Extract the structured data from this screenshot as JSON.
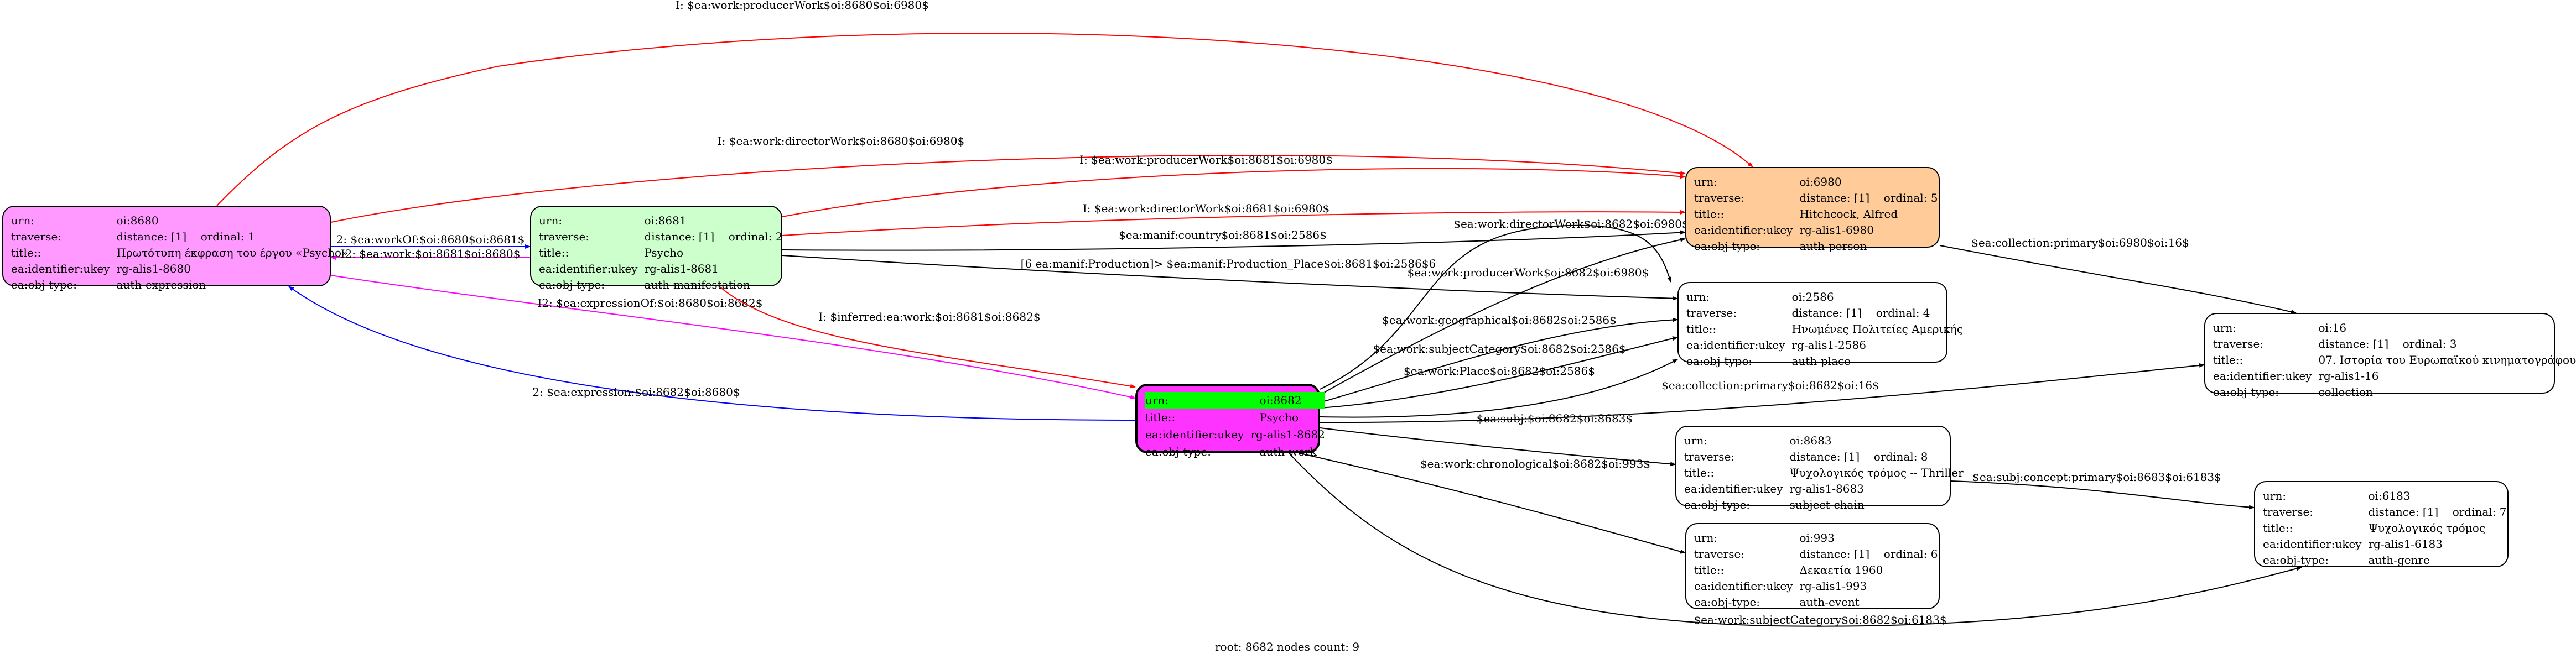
{
  "nodes": {
    "n8680": {
      "urn": "oi:8680",
      "traverse_distance": "distance: [1]",
      "traverse_ordinal": "ordinal: 1",
      "title": "Πρωτότυπη έκφραση του έργου «Psycho»",
      "identifier": "rg-alis1-8680",
      "obj_type": "auth-expression",
      "fill": "#ff99ff"
    },
    "n8681": {
      "urn": "oi:8681",
      "traverse_distance": "distance: [1]",
      "traverse_ordinal": "ordinal: 2",
      "title": "Psycho",
      "identifier": "rg-alis1-8681",
      "obj_type": "auth-manifestation",
      "fill": "#ccffcc"
    },
    "n8682": {
      "urn": "oi:8682",
      "title": "Psycho",
      "identifier": "rg-alis1-8682",
      "obj_type": "auth-work",
      "fill": "#ff33ff",
      "urn_highlight": "#00ff00"
    },
    "n6980": {
      "urn": "oi:6980",
      "traverse_distance": "distance: [1]",
      "traverse_ordinal": "ordinal: 5",
      "title": "Hitchcock, Alfred",
      "identifier": "rg-alis1-6980",
      "obj_type": "auth-person",
      "fill": "#ffcc99"
    },
    "n2586": {
      "urn": "oi:2586",
      "traverse_distance": "distance: [1]",
      "traverse_ordinal": "ordinal: 4",
      "title": "Ηνωμένες Πολιτείες Αμερικής",
      "identifier": "rg-alis1-2586",
      "obj_type": "auth-place",
      "fill": "#ffffff"
    },
    "n16": {
      "urn": "oi:16",
      "traverse_distance": "distance: [1]",
      "traverse_ordinal": "ordinal: 3",
      "title": "07. Ιστορία του Ευρωπαϊκού κινηματογράφου",
      "identifier": "rg-alis1-16",
      "obj_type": "collection",
      "fill": "#ffffff"
    },
    "n8683": {
      "urn": "oi:8683",
      "traverse_distance": "distance: [1]",
      "traverse_ordinal": "ordinal: 8",
      "title": "Ψυχολογικός τρόμος -- Thriller",
      "identifier": "rg-alis1-8683",
      "obj_type": "subject-chain",
      "fill": "#ffffff"
    },
    "n993": {
      "urn": "oi:993",
      "traverse_distance": "distance: [1]",
      "traverse_ordinal": "ordinal: 6",
      "title": "Δεκαετία 1960",
      "identifier": "rg-alis1-993",
      "obj_type": "auth-event",
      "fill": "#ffffff"
    },
    "n6183": {
      "urn": "oi:6183",
      "traverse_distance": "distance: [1]",
      "traverse_ordinal": "ordinal: 7",
      "title": "Ψυχολογικός τρόμος",
      "identifier": "rg-alis1-6183",
      "obj_type": "auth-genre",
      "fill": "#ffffff"
    }
  },
  "field_labels": {
    "urn": "urn:",
    "traverse": "traverse:",
    "title": "title::",
    "identifier": "ea:identifier:ukey",
    "obj_type": "ea:obj-type:"
  },
  "edges": [
    {
      "id": "e1",
      "label": "I: $ea:work:producerWork$oi:8680$oi:6980$",
      "color": "#ff0000"
    },
    {
      "id": "e2",
      "label": "I: $ea:work:directorWork$oi:8680$oi:6980$",
      "color": "#ff0000"
    },
    {
      "id": "e3",
      "label": "I: $ea:work:producerWork$oi:8681$oi:6980$",
      "color": "#ff0000"
    },
    {
      "id": "e4",
      "label": "I: $ea:work:directorWork$oi:8681$oi:6980$",
      "color": "#ff0000"
    },
    {
      "id": "e5",
      "label": "$ea:work:directorWork$oi:8682$oi:6980$",
      "color": "#000000"
    },
    {
      "id": "e6",
      "label": "$ea:manif:country$oi:8681$oi:2586$",
      "color": "#000000"
    },
    {
      "id": "e7",
      "label": "[6 ea:manif:Production]> $ea:manif:Production_Place$oi:8681$oi:2586$6",
      "color": "#000000"
    },
    {
      "id": "e8",
      "label": "2: $ea:workOf:$oi:8680$oi:8681$",
      "color": "#0000ff"
    },
    {
      "id": "e9",
      "label": "I2: $ea:work:$oi:8681$oi:8680$",
      "color": "#ff00ff"
    },
    {
      "id": "e10",
      "label": "I2: $ea:expressionOf:$oi:8680$oi:8682$",
      "color": "#ff00ff"
    },
    {
      "id": "e11",
      "label": "2: $ea:expression:$oi:8682$oi:8680$",
      "color": "#0000ff"
    },
    {
      "id": "e12",
      "label": "I: $inferred:ea:work:$oi:8681$oi:8682$",
      "color": "#ff0000"
    },
    {
      "id": "e13",
      "label": "$ea:work:producerWork$oi:8682$oi:6980$",
      "color": "#000000"
    },
    {
      "id": "e14",
      "label": "$ea:collection:primary$oi:6980$oi:16$",
      "color": "#000000"
    },
    {
      "id": "e15",
      "label": "$ea:work:geographical$oi:8682$oi:2586$",
      "color": "#000000"
    },
    {
      "id": "e16",
      "label": "$ea:work:subjectCategory$oi:8682$oi:2586$",
      "color": "#000000"
    },
    {
      "id": "e17",
      "label": "$ea:work:Place$oi:8682$oi:2586$",
      "color": "#000000"
    },
    {
      "id": "e18",
      "label": "$ea:collection:primary$oi:8682$oi:16$",
      "color": "#000000"
    },
    {
      "id": "e19",
      "label": "$ea:subj:$oi:8682$oi:8683$",
      "color": "#000000"
    },
    {
      "id": "e20",
      "label": "$ea:work:chronological$oi:8682$oi:993$",
      "color": "#000000"
    },
    {
      "id": "e21",
      "label": "$ea:subj:concept:primary$oi:8683$oi:6183$",
      "color": "#000000"
    },
    {
      "id": "e22",
      "label": "$ea:work:subjectCategory$oi:8682$oi:6183$",
      "color": "#000000"
    }
  ],
  "footer": "root: 8682 nodes count: 9"
}
